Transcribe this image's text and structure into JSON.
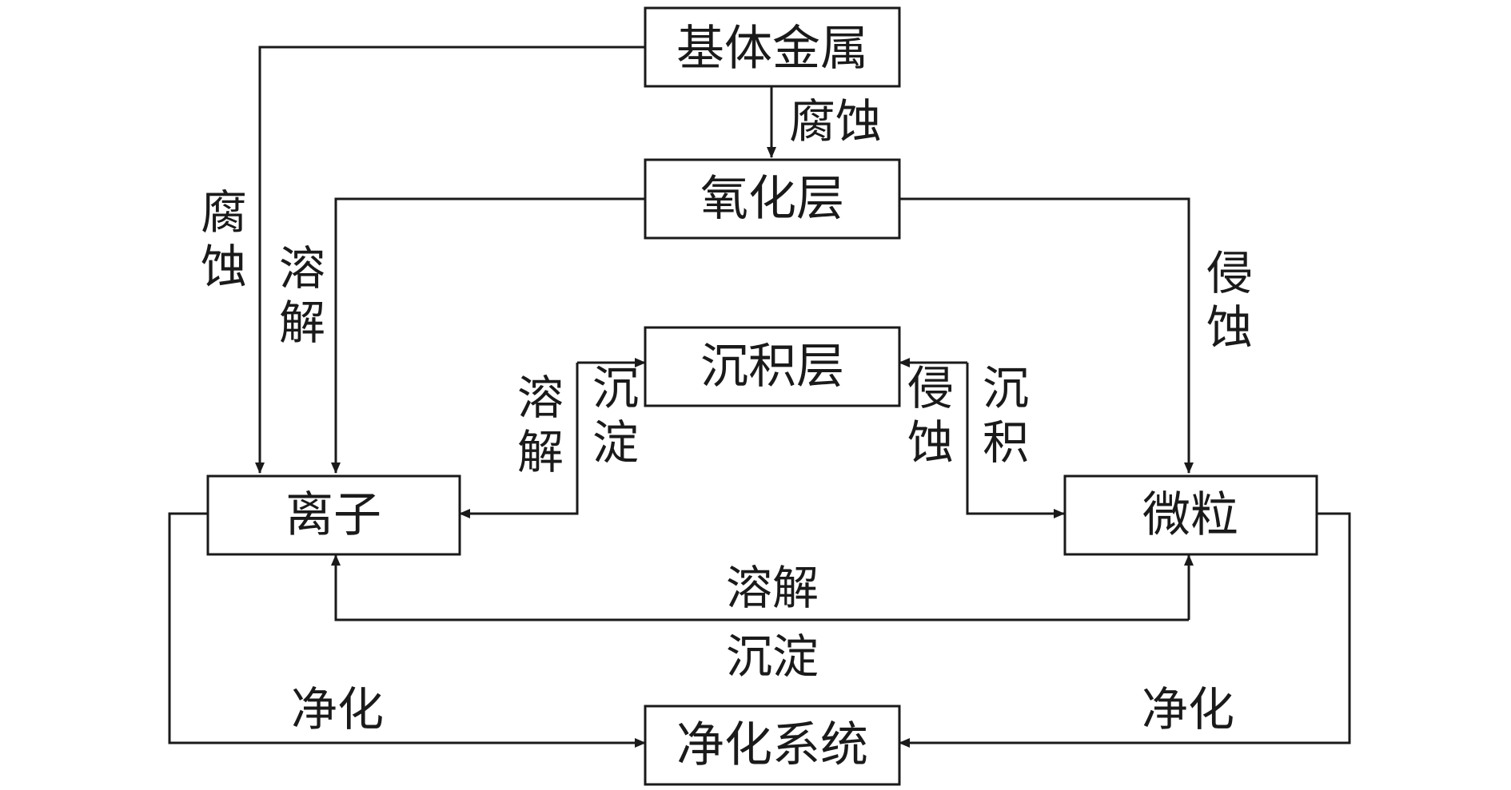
{
  "nodes": {
    "base_metal": "基体金属",
    "oxide_layer": "氧化层",
    "deposit_layer": "沉积层",
    "ions": "离子",
    "particles": "微粒",
    "purification_system": "净化系统"
  },
  "edges": {
    "metal_to_oxide": "腐蚀",
    "metal_to_ions": "腐蚀",
    "oxide_to_ions": "溶解",
    "oxide_to_particles": "侵蚀",
    "deposit_to_ions": "溶解",
    "ions_to_deposit": "沉淀",
    "deposit_to_particles": "侵蚀",
    "particles_to_deposit": "沉积",
    "particles_to_ions": "溶解",
    "ions_to_particles": "沉淀",
    "ions_to_purification": "净化",
    "particles_to_purification": "净化"
  },
  "colors": {
    "line": "#1a1a1a",
    "text": "#1a1a1a",
    "background": "#ffffff"
  }
}
